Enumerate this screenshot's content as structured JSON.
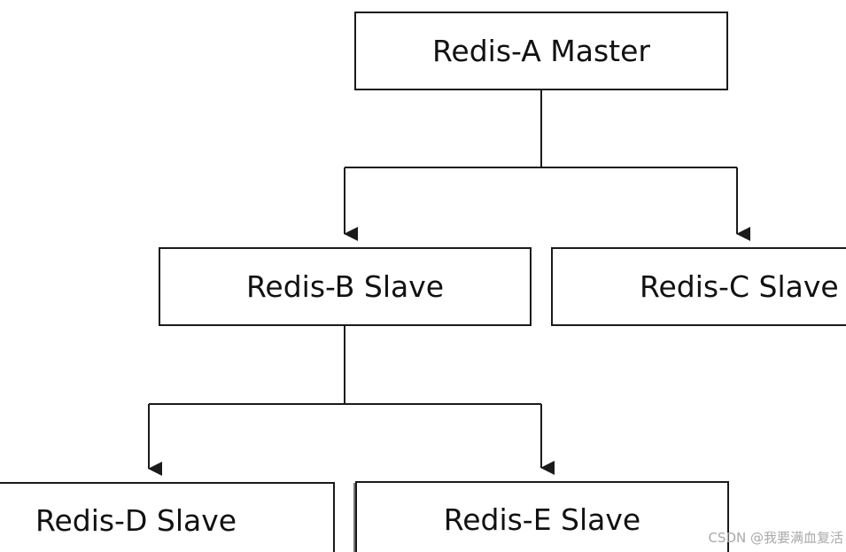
{
  "diagram": {
    "nodes": [
      {
        "id": "a",
        "label": "Redis-A Master"
      },
      {
        "id": "b",
        "label": "Redis-B Slave"
      },
      {
        "id": "c",
        "label": "Redis-C Slave"
      },
      {
        "id": "d",
        "label": "Redis-D Slave"
      },
      {
        "id": "e",
        "label": "Redis-E Slave"
      }
    ],
    "edges": [
      {
        "from": "a",
        "to": "b"
      },
      {
        "from": "a",
        "to": "c"
      },
      {
        "from": "b",
        "to": "d"
      },
      {
        "from": "b",
        "to": "e"
      }
    ],
    "colors": {
      "stroke": "#1a1a1a",
      "text": "#111111",
      "background": "#ffffff"
    }
  },
  "watermark": "CSDN @我要满血复活"
}
